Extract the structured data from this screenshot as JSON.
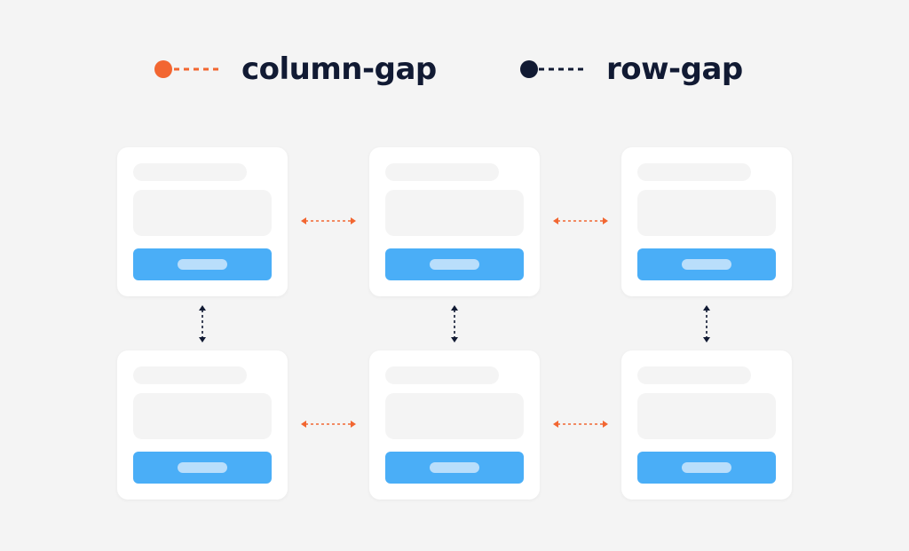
{
  "legend": {
    "column_gap": {
      "label": "column-gap",
      "color": "#f26631",
      "icon": "orange-dot-dashed-line-icon"
    },
    "row_gap": {
      "label": "row-gap",
      "color": "#111a33",
      "icon": "navy-dot-dashed-line-icon"
    }
  },
  "grid": {
    "rows": 2,
    "columns": 3,
    "card_color": "#ffffff",
    "placeholder_color": "#f4f4f4",
    "button_color": "#4aaef7",
    "button_label_color": "#b9defb"
  },
  "gap_indicators": {
    "column_gap_color": "#f26631",
    "row_gap_color": "#111a33",
    "column_gap_icon": "horizontal-double-arrow-icon",
    "row_gap_icon": "vertical-double-arrow-icon"
  }
}
